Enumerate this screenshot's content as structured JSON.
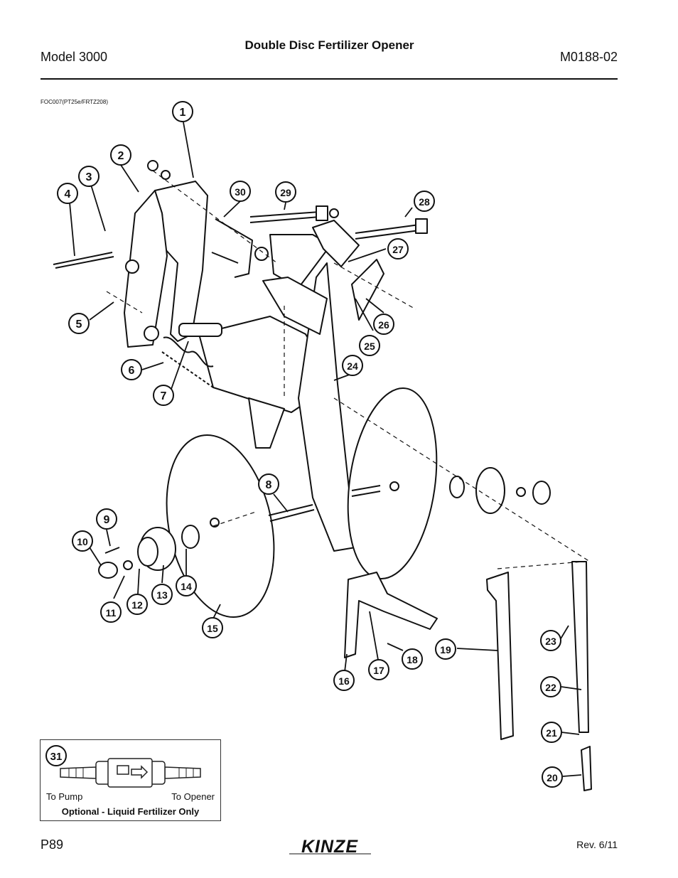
{
  "header": {
    "model": "Model 3000",
    "title": "Double Disc Fertilizer Opener",
    "doc_number": "M0188-02"
  },
  "figure": {
    "id": "FOC007(PT25e/FRTZ208)",
    "callouts": [
      "1",
      "2",
      "3",
      "4",
      "5",
      "6",
      "7",
      "8",
      "9",
      "10",
      "11",
      "12",
      "13",
      "14",
      "15",
      "16",
      "17",
      "18",
      "19",
      "20",
      "21",
      "22",
      "23",
      "24",
      "25",
      "26",
      "27",
      "28",
      "29",
      "30"
    ]
  },
  "inset": {
    "callout": "31",
    "left_label": "To Pump",
    "right_label": "To Opener",
    "caption": "Optional - Liquid Fertilizer Only"
  },
  "footer": {
    "page": "P89",
    "brand": "KINZE",
    "revision": "Rev. 6/11"
  }
}
